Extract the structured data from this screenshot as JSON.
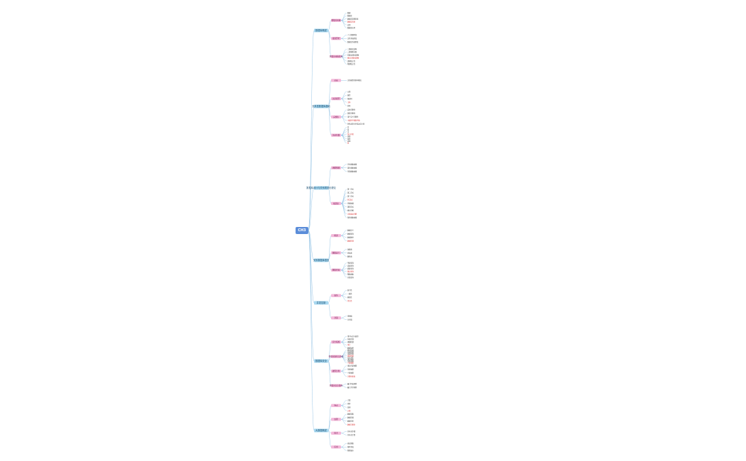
{
  "colors": {
    "root_fill": "#5b8dd9",
    "l1_fill": "#a8d8f0",
    "l2_fill": "#f3b8d9",
    "line": "#7fb8e0",
    "leaf_text": "#333333",
    "emphasis_text": "#d62828"
  },
  "root": {
    "label": "CH3"
  },
  "l1": [
    {
      "label": "数据库概述",
      "children": [
        {
          "label": "数据库系统",
          "leaves": [
            "数据",
            "数据库",
            "数据库管理系统",
            "数据库系统",
            "应用",
            "数据库应用"
          ]
        },
        {
          "label": "发展历史",
          "leaves": [
            "人工管理阶段",
            "文件系统阶段",
            "数据库系统阶段"
          ]
        },
        {
          "label": "数据库系统结构",
          "leaves": [
            "三级模式结构",
            "二级映像功能",
            "外模式/模式映像",
            "模式/内模式映像",
            "逻辑独立性",
            "物理独立性"
          ]
        }
      ]
    },
    {
      "label": "关系型数据库基础",
      "children": [
        {
          "label": "关系",
          "leaves": [
            "关系模型的基本概念"
          ]
        },
        {
          "label": "关系模型",
          "leaves": [
            "元组",
            "属性",
            "候选码",
            "主码",
            "外码"
          ]
        },
        {
          "label": "完整性",
          "leaves": [
            "实体完整性",
            "参照完整性",
            "用户定义完整性",
            "主属性不能取空值",
            "外码必须为空或对应主码"
          ]
        },
        {
          "label": "关系代数",
          "leaves": [
            "并",
            "差",
            "交",
            "笛卡尔积",
            "选择",
            "投影",
            "连接",
            "除"
          ]
        }
      ]
    },
    {
      "label": "数据库设计与关系规范化理论",
      "children": [
        {
          "label": "函数依赖",
          "leaves": [
            "完全函数依赖",
            "部分函数依赖",
            "传递函数依赖"
          ]
        },
        {
          "label": "规范化",
          "leaves": [
            "第一范式",
            "第二范式",
            "第三范式",
            "BC范式",
            "多值依赖",
            "第四范式",
            "模式分解",
            "无损连接分解",
            "保持函数依赖"
          ]
        }
      ]
    },
    {
      "label": "关系数据库语言",
      "children": [
        {
          "label": "概述",
          "leaves": [
            "数据定义",
            "数据查询",
            "数据操纵",
            "数据控制"
          ]
        },
        {
          "label": "数据定义",
          "leaves": [
            "创建表",
            "修改表",
            "删除表"
          ]
        },
        {
          "label": "数据查询",
          "leaves": [
            "单表查询",
            "连接查询",
            "嵌套查询",
            "集合查询",
            "聚集函数",
            "分组查询"
          ]
        }
      ]
    },
    {
      "label": "并发控制",
      "children": [
        {
          "label": "事务",
          "leaves": [
            "原子性",
            "一致性",
            "隔离性",
            "持久性"
          ]
        },
        {
          "label": "封锁",
          "leaves": [
            "排他锁",
            "共享锁"
          ]
        }
      ]
    },
    {
      "label": "数据库安全",
      "children": [
        {
          "label": "安全措施",
          "leaves": [
            "用户标识与鉴别",
            "存取控制",
            "视图机制",
            "审计",
            "数据加密"
          ]
        },
        {
          "label": "数据库备份与恢复",
          "leaves": [
            "静态转储",
            "动态转储",
            "海量转储",
            "增量转储",
            "日志文件",
            "事务故障",
            "系统故障",
            "介质故障"
          ]
        },
        {
          "label": "故障分类",
          "leaves": [
            "事务内部故障",
            "系统故障",
            "介质故障",
            "计算机病毒"
          ]
        },
        {
          "label": "数据库安全策略",
          "leaves": [
            "最小特权原则",
            "最大共享原则"
          ]
        }
      ]
    },
    {
      "label": "大数据概述",
      "children": [
        {
          "label": "特点",
          "leaves": [
            "大量",
            "多样",
            "高速",
            "价值"
          ]
        },
        {
          "label": "处理",
          "leaves": [
            "数据采集",
            "数据存储",
            "数据分析",
            "数据可视化"
          ]
        },
        {
          "label": "技术",
          "leaves": [
            "分布式存储",
            "分布式计算"
          ]
        },
        {
          "label": "应用",
          "leaves": [
            "商业智能",
            "推荐系统",
            "智慧城市"
          ]
        }
      ]
    }
  ]
}
